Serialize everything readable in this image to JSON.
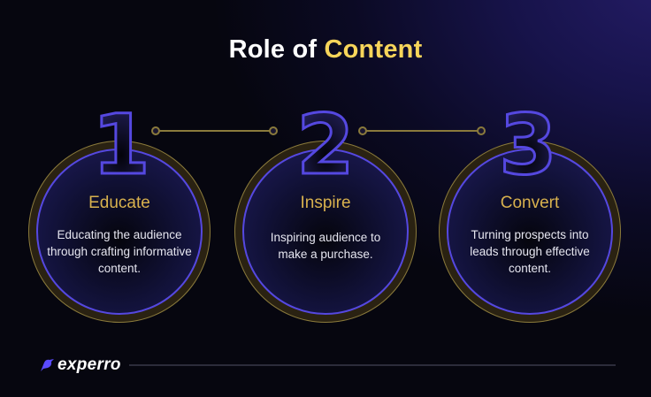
{
  "title": {
    "prefix": "Role of",
    "accent": "Content"
  },
  "steps": [
    {
      "number": "1",
      "heading": "Educate",
      "description": "Educating the audience through crafting informative content."
    },
    {
      "number": "2",
      "heading": "Inspire",
      "description": "Inspiring audience to make a purchase."
    },
    {
      "number": "3",
      "heading": "Convert",
      "description": "Turning prospects into leads through effective content."
    }
  ],
  "brand": {
    "name": "experro",
    "icon": "experro-bird-icon"
  },
  "colors": {
    "accent_gold": "#f7d55a",
    "heading_gold": "#d8b14e",
    "ring_blue": "#5548e0",
    "connector_gold": "#8a7a3c",
    "background": "#06060f"
  }
}
